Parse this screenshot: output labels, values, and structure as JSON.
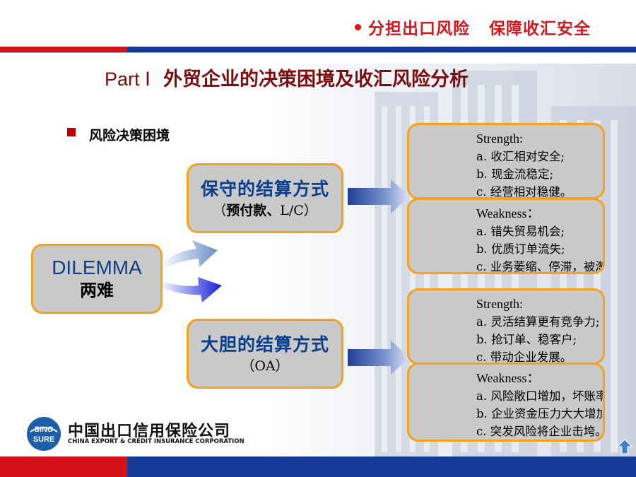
{
  "header": {
    "slogan": "分担出口风险   保障收汇安全",
    "title_part": "Part Ⅰ",
    "title_main": "外贸企业的决策困境及收汇风险分析"
  },
  "section": {
    "label": "风险决策困境"
  },
  "dilemma": {
    "en": "DILEMMA",
    "zh": "两难"
  },
  "conservative": {
    "title": "保守的结算方式",
    "sub_prefix": "（",
    "sub_bold": "预付款、",
    "sub_rest": "L/C）"
  },
  "bold": {
    "title": "大胆的结算方式",
    "sub": "（OA）"
  },
  "conservative_strength": {
    "heading": "Strength:",
    "items": [
      "a. 收汇相对安全;",
      "b. 现金流稳定;",
      "c. 经营相对稳健。"
    ]
  },
  "conservative_weakness": {
    "heading": "Weakness：",
    "items": [
      "a. 错失贸易机会;",
      "b. 优质订单流失;",
      "c. 业务萎缩、停滞，被淘汰"
    ]
  },
  "bold_strength": {
    "heading": "Strength:",
    "items": [
      "a. 灵活结算更有竞争力;",
      "b. 抢订单、稳客户;",
      "c. 带动企业发展。"
    ]
  },
  "bold_weakness": {
    "heading": "Weakness：",
    "items": [
      "a. 风险敞口增加，坏账率上升",
      "b. 企业资金压力大大增加;",
      "c. 突发风险将企业击垮。"
    ]
  },
  "logo": {
    "mark_top": "SINO",
    "mark_bottom": "SURE",
    "cn": "中国出口信用保险公司",
    "en": "CHINA EXPORT & CREDIT INSURANCE CORPORATION"
  },
  "colors": {
    "brand_red": "#d21218",
    "brand_blue": "#143a96",
    "box_border": "#f7a11a",
    "box_fill": "#c9c9c9",
    "title_text": "#7a0d0d"
  }
}
